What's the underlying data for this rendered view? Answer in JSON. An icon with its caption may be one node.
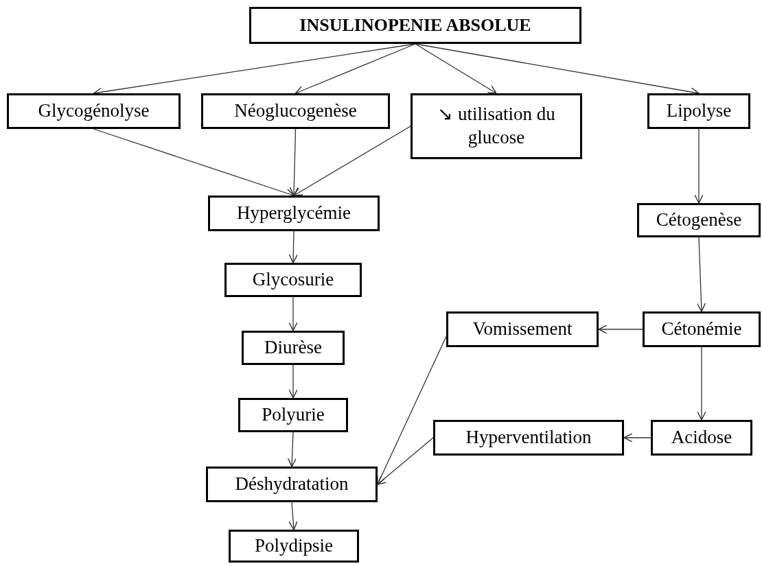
{
  "diagram": {
    "nodes": [
      {
        "text": [
          "INSULINOPENIE ABSOLUE"
        ]
      },
      {
        "text": [
          "Glycogénolyse"
        ]
      },
      {
        "text": [
          "Néoglucogenèse"
        ]
      },
      {
        "text": [
          "↘ utilisation du glucose"
        ]
      },
      {
        "text": [
          "Lipolyse"
        ]
      },
      {
        "text": [
          "Hyperglycémie"
        ]
      },
      {
        "text": [
          "Cétogenèse"
        ]
      },
      {
        "text": [
          "Glycosurie"
        ]
      },
      {
        "text": [
          "Diurèse"
        ]
      },
      {
        "text": [
          "Vomissement"
        ]
      },
      {
        "text": [
          "Cétonémie"
        ]
      },
      {
        "text": [
          "Polyurie"
        ]
      },
      {
        "text": [
          "Hyperventilation"
        ]
      },
      {
        "text": [
          "Acidose"
        ]
      },
      {
        "text": [
          "Déshydratation"
        ]
      },
      {
        "text": [
          "Polydipsie"
        ]
      }
    ],
    "edges": [
      {
        "from": 0,
        "to": 1,
        "arrow": "to"
      },
      {
        "from": 0,
        "to": 2,
        "arrow": "to"
      },
      {
        "from": 0,
        "to": 3,
        "arrow": "to"
      },
      {
        "from": 0,
        "to": 4,
        "arrow": "to"
      },
      {
        "from": 1,
        "to": 5,
        "arrow": "to"
      },
      {
        "from": 2,
        "to": 5,
        "arrow": "to"
      },
      {
        "from": 3,
        "to": 5,
        "arrow": "to"
      },
      {
        "from": 5,
        "to": 7,
        "arrow": "to"
      },
      {
        "from": 7,
        "to": 8,
        "arrow": "to"
      },
      {
        "from": 8,
        "to": 11,
        "arrow": "to"
      },
      {
        "from": 11,
        "to": 14,
        "arrow": "to"
      },
      {
        "from": 14,
        "to": 15,
        "arrow": "to"
      },
      {
        "from": 4,
        "to": 6,
        "arrow": "to"
      },
      {
        "from": 6,
        "to": 10,
        "arrow": "to"
      },
      {
        "from": 10,
        "to": 9,
        "arrow": "to"
      },
      {
        "from": 10,
        "to": 13,
        "arrow": "to"
      },
      {
        "from": 13,
        "to": 12,
        "arrow": "to"
      },
      {
        "from": 9,
        "to": 14,
        "arrow": "to"
      },
      {
        "from": 12,
        "to": 14,
        "arrow": "to"
      }
    ]
  }
}
